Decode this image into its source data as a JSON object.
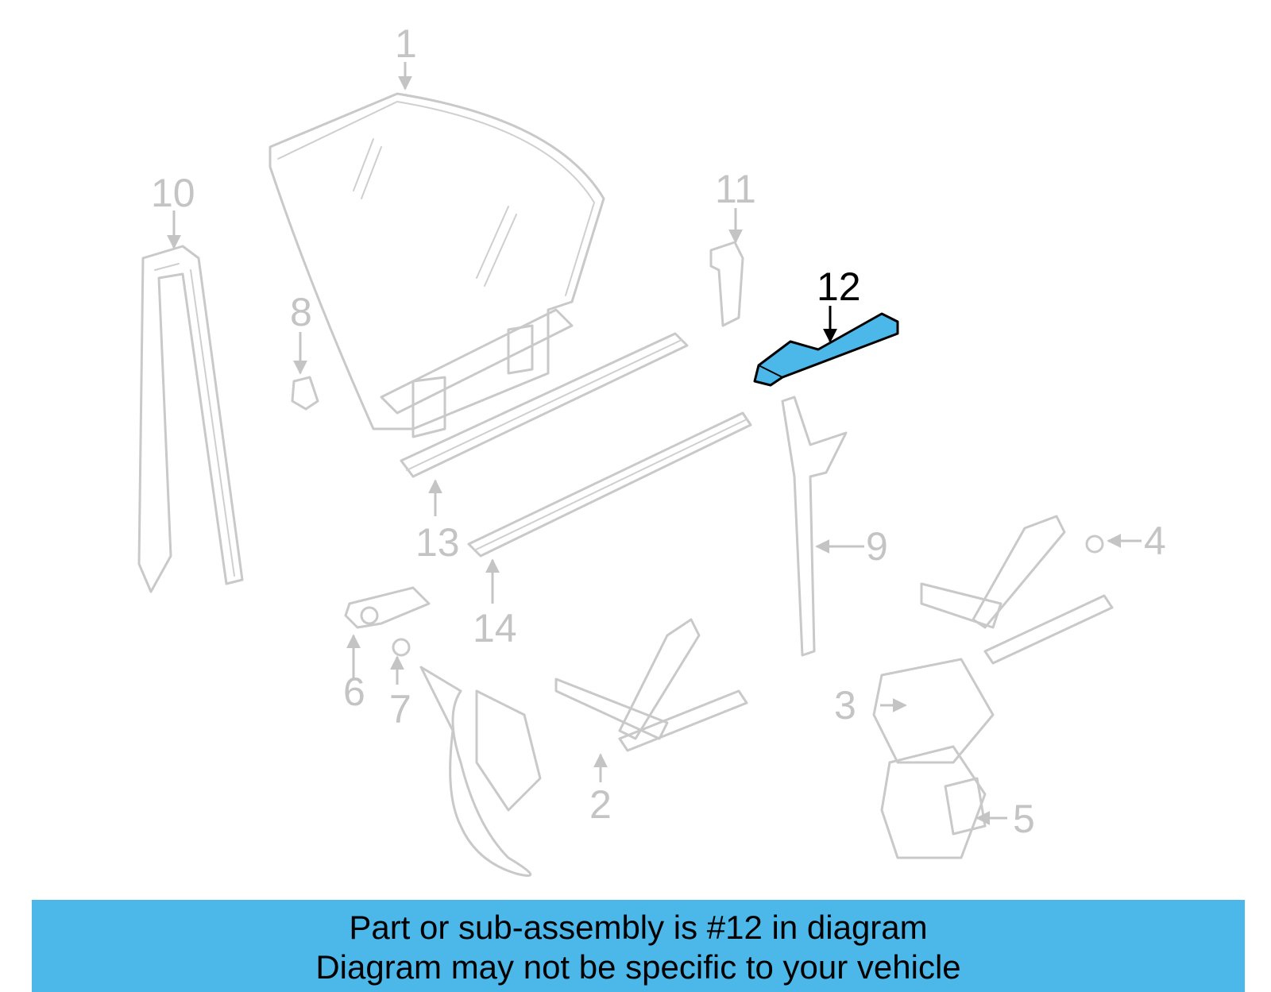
{
  "diagram": {
    "highlight_color": "#4cb8ea",
    "highlighted_part": "12",
    "callouts": [
      "1",
      "2",
      "3",
      "4",
      "5",
      "6",
      "7",
      "8",
      "9",
      "10",
      "11",
      "12",
      "13",
      "14"
    ]
  },
  "banner": {
    "line1": "Part or sub-assembly is #12 in diagram",
    "line2": "Diagram may not be specific to your vehicle",
    "color": "#4cb8ea"
  }
}
